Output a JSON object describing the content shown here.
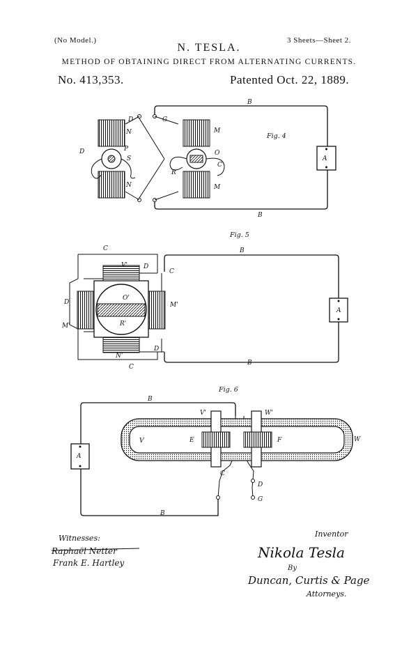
{
  "header": {
    "no_model": "(No Model.)",
    "sheets": "3 Sheets—Sheet 2.",
    "inventor": "N. TESLA.",
    "title": "METHOD OF OBTAINING DIRECT FROM ALTERNATING CURRENTS.",
    "patent_no": "No. 413,353.",
    "patented": "Patented Oct. 22, 1889."
  },
  "fig4": {
    "caption": "Fig. 4",
    "labels": {
      "b_top": "B",
      "b_bottom": "B",
      "a": "A",
      "d1": "D",
      "g": "G",
      "n_top": "N",
      "n_bottom": "N",
      "d_left": "D",
      "p": "P",
      "s": "S",
      "m_top": "M",
      "m_bottom": "M",
      "o": "O",
      "c": "C",
      "r": "R"
    }
  },
  "fig5": {
    "caption": "Fig. 5",
    "labels": {
      "c_top": "C",
      "b_top": "B",
      "v1": "V'",
      "d_top": "D",
      "c_mid": "C",
      "d_left": "D",
      "m1_right": "M'",
      "m1_left": "M'",
      "o1": "O'",
      "r1": "R'",
      "a": "A",
      "n1": "N'",
      "d_bottom": "D",
      "b_bottom": "B",
      "c_bottom": "C"
    }
  },
  "fig6": {
    "caption": "Fig. 6",
    "labels": {
      "b_top": "B",
      "a": "A",
      "v2": "V'",
      "w2": "W'",
      "v": "V",
      "e": "E",
      "f": "F",
      "w": "W",
      "c": "C",
      "d": "D",
      "g": "G",
      "b_bottom": "B"
    }
  },
  "signatures": {
    "witnesses_label": "Witnesses:",
    "witness1": "Raphaël Netter",
    "witness2": "Frank E. Hartley",
    "inventor_label": "Inventor",
    "inventor_signature": "Nikola Tesla",
    "by": "By",
    "attorneys_signature": "Duncan, Curtis & Page",
    "attorneys_label": "Attorneys."
  }
}
